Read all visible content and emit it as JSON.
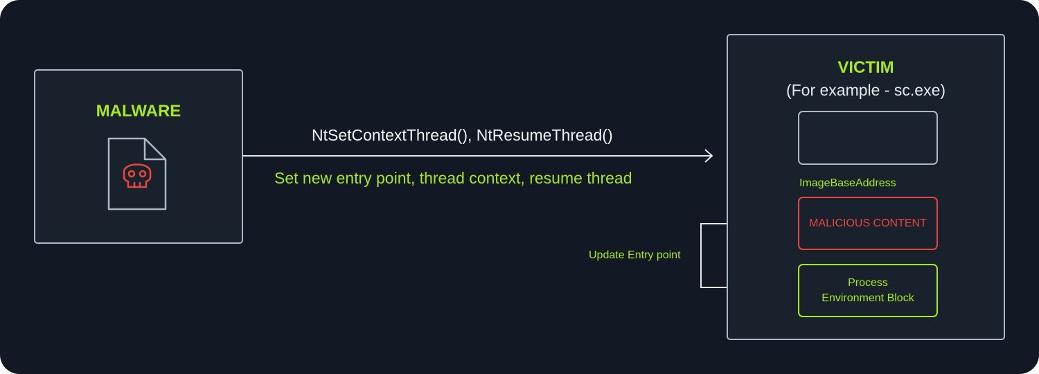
{
  "malware": {
    "title": "MALWARE",
    "icon": "skull-file-icon"
  },
  "call": {
    "functions": "NtSetContextThread(), NtResumeThread()",
    "description": "Set new entry point, thread context, resume thread"
  },
  "victim": {
    "title": "VICTIM",
    "subtitle": "(For example - sc.exe)",
    "image_base_label": "ImageBaseAddress",
    "malicious_content": "MALICIOUS CONTENT",
    "peb_line1": "Process",
    "peb_line2": "Environment Block"
  },
  "update_label": "Update Entry point",
  "colors": {
    "background": "#121824",
    "accent_green": "#a8e81f",
    "danger_red": "#e8453c",
    "outline": "#aeb8c9"
  }
}
